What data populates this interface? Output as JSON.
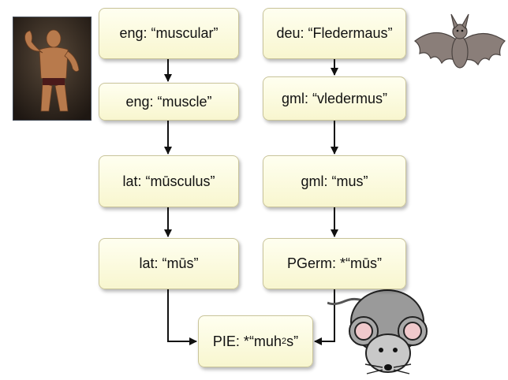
{
  "nodes": {
    "eng_muscular": "eng: “muscular”",
    "eng_muscle": "eng: “muscle”",
    "lat_musculus": "lat: “mūsculus”",
    "lat_mus": "lat: “mūs”",
    "deu_fledermaus": "deu: “Fledermaus”",
    "gml_vledermus": "gml: “vledermus”",
    "gml_mus": "gml: “mus”",
    "pgerm_mus": "PGerm: *“mūs”",
    "pie_prefix": "PIE: *“muh",
    "pie_sub": "2",
    "pie_suffix": "s”"
  },
  "images": {
    "left": "bodybuilder-photo",
    "right_top": "bat-illustration",
    "right_bottom": "mouse-illustration"
  },
  "colors": {
    "node_fill": "#fbf9dc",
    "node_border": "#c9c49a",
    "arrow": "#111111"
  }
}
